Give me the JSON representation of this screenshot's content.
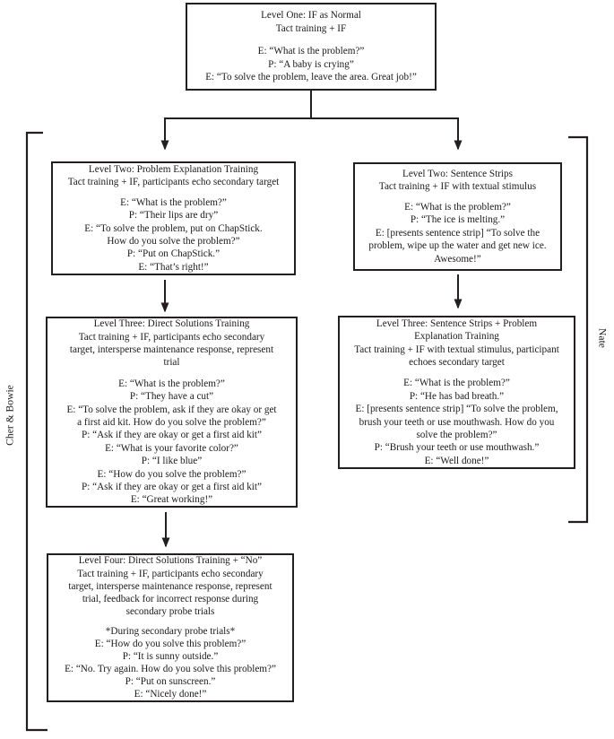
{
  "figure": {
    "line_color": "#231f20",
    "background": "#ffffff"
  },
  "brackets": {
    "left_label": "Cher & Bowie",
    "right_label": "Nate"
  },
  "boxes": {
    "level_one": {
      "header_lines": [
        "Level One: IF as Normal",
        "Tact training + IF"
      ],
      "dialogue_lines": [
        "E: “What is the problem?”",
        "P: “A baby is crying”",
        "E: “To solve the problem, leave the area. Great job!”"
      ]
    },
    "level_two_left": {
      "header_lines": [
        "Level Two: Problem Explanation Training",
        "Tact training + IF, participants echo secondary target"
      ],
      "dialogue_lines": [
        "E: “What is the problem?”",
        "P: “Their lips are dry”",
        "E: “To solve the problem, put on ChapStick.",
        "How do you solve the problem?”",
        "P: “Put on ChapStick.”",
        "E: “That’s right!”"
      ]
    },
    "level_two_right": {
      "header_lines": [
        "Level Two: Sentence Strips",
        "Tact training + IF with textual stimulus"
      ],
      "dialogue_lines": [
        "E: “What is the problem?”",
        "P: “The ice is melting.”",
        "E: [presents sentence strip] “To solve the",
        "problem, wipe up the water and get new ice.",
        "Awesome!”"
      ]
    },
    "level_three_left": {
      "header_lines": [
        "Level Three: Direct Solutions Training",
        "Tact training + IF, participants echo secondary",
        "target, intersperse maintenance response, represent",
        "trial"
      ],
      "dialogue_lines": [
        "E: “What is the problem?”",
        "P: “They have a cut”",
        "E: “To solve the problem, ask if they are okay or get",
        "a first aid kit. How do you solve the problem?”",
        "P: “Ask if they are okay or get a first aid kit”",
        "E: “What is your favorite color?”",
        "P: “I like blue”",
        "E: “How do you solve the problem?”",
        "P: “Ask if they are okay or get a first aid kit”",
        "E: “Great working!”"
      ]
    },
    "level_three_right": {
      "header_lines": [
        "Level Three: Sentence Strips + Problem",
        "Explanation Training",
        "Tact training + IF with textual stimulus, participant",
        "echoes secondary target"
      ],
      "dialogue_lines": [
        "E: “What is the problem?”",
        "P: “He has bad breath.”",
        "E: [presents sentence strip] “To solve the problem,",
        "brush your teeth or use mouthwash. How do you",
        "solve the problem?”",
        "P: “Brush your teeth or use mouthwash.”",
        "E: “Well done!”"
      ]
    },
    "level_four": {
      "header_lines": [
        "Level Four: Direct Solutions Training + “No”",
        "Tact training + IF, participants echo secondary",
        "target, intersperse maintenance response, represent",
        "trial, feedback for incorrect response during",
        "secondary probe trials"
      ],
      "dialogue_lines": [
        "*During secondary probe trials*",
        "E: “How do you solve this problem?”",
        "P: “It is sunny outside.”",
        "E: “No. Try again. How do you solve this problem?”",
        "P: “Put on sunscreen.”",
        "E: “Nicely done!”"
      ]
    }
  }
}
